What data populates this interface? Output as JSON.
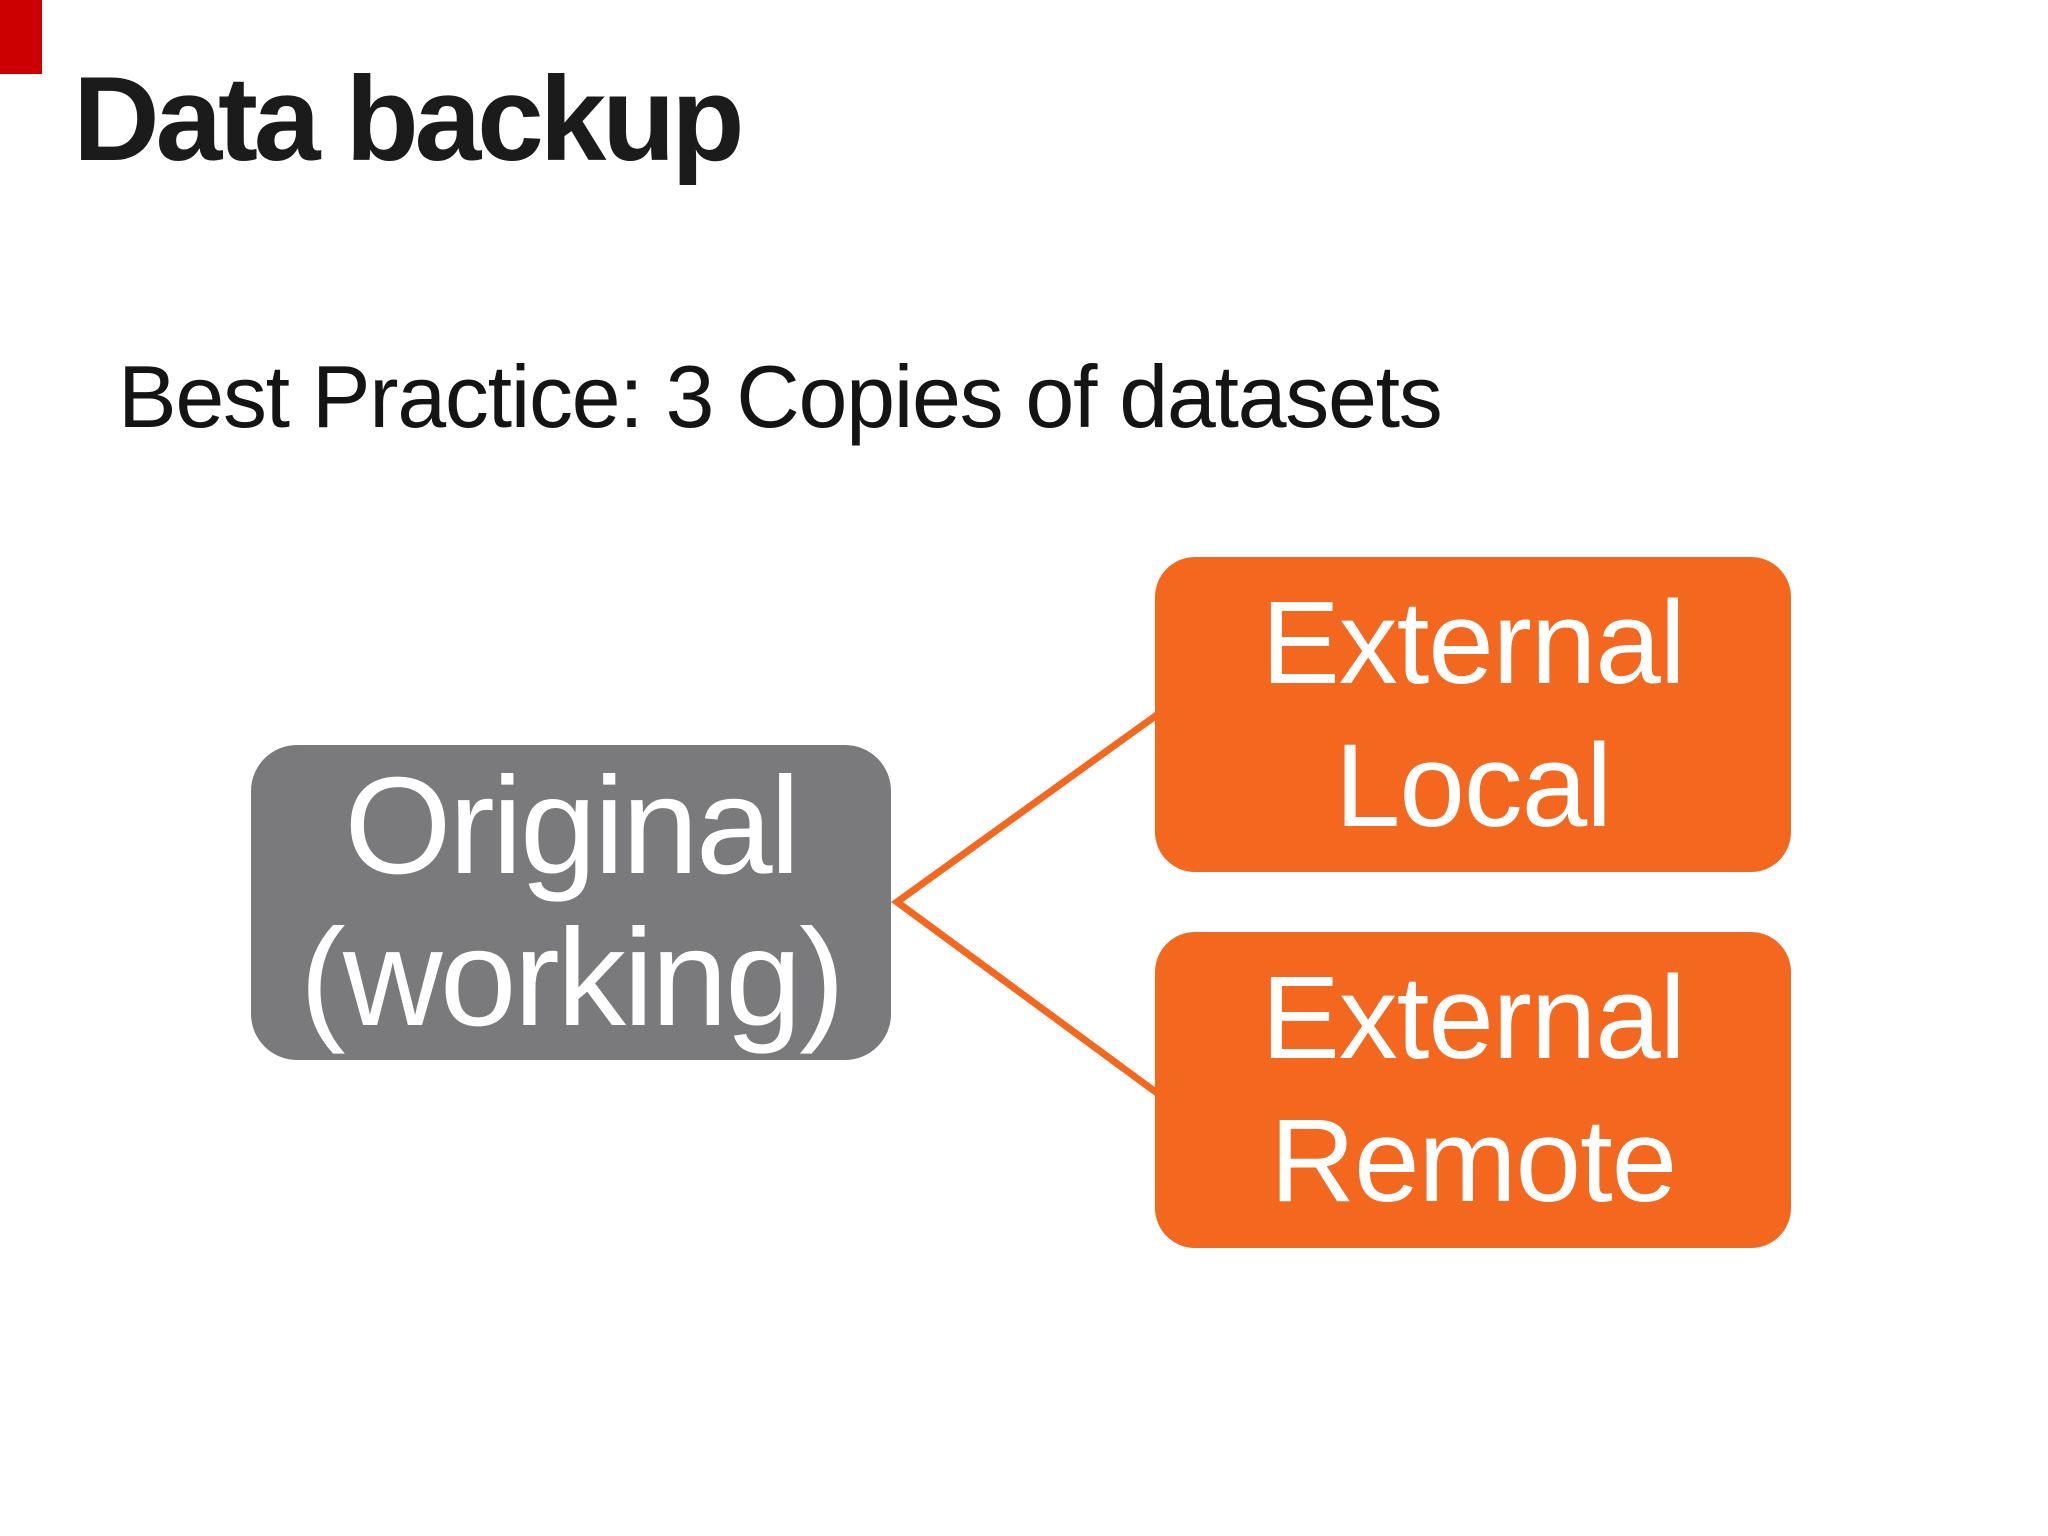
{
  "slide": {
    "title": "Data backup",
    "subtitle": "Best Practice: 3 Copies of datasets",
    "corner_mark_color": "#cc0000",
    "background_color": "#ffffff",
    "title_color": "#1b1b1b",
    "diagram": {
      "source_node": {
        "label_line1": "Original",
        "label_line2": "(working)",
        "fill_color": "#7a7a7d",
        "text_color": "#ffffff"
      },
      "target_nodes": [
        {
          "label_line1": "External",
          "label_line2": "Local",
          "fill_color": "#f4671e",
          "text_color": "#ffffff"
        },
        {
          "label_line1": "External",
          "label_line2": "Remote",
          "fill_color": "#f4671e",
          "text_color": "#ffffff"
        }
      ],
      "connector_color": "#f4671e"
    }
  }
}
